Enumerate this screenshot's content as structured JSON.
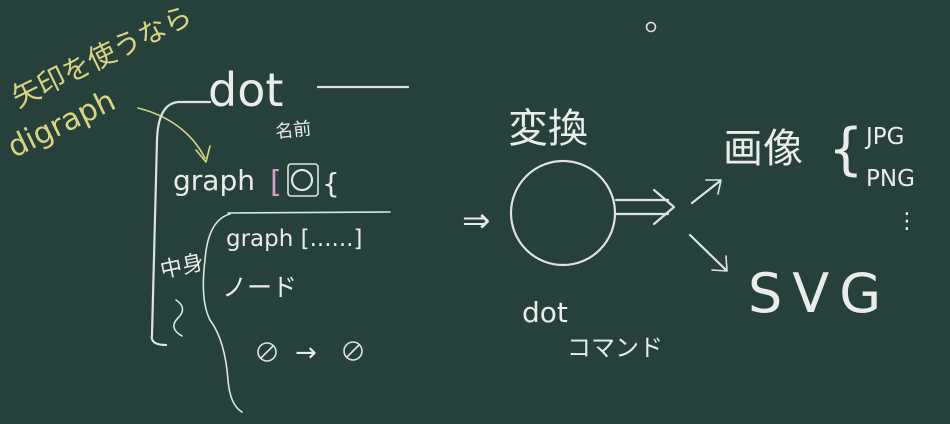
{
  "left_note": {
    "line1": "矢印を使うなら",
    "line2": "digraph"
  },
  "dot_title": "dot",
  "name_label": "名前",
  "graph_line": {
    "keyword": "graph",
    "open_bracket": "[",
    "close_brace": "{"
  },
  "contents_label": "中身",
  "contents": {
    "graph_attr": "graph [......]",
    "node_label": "ノード",
    "edge_arrow": "→"
  },
  "transform_label": "変換",
  "input_arrow": "⇒",
  "command": {
    "name": "dot",
    "label": "コマンド"
  },
  "output_image": {
    "label": "画像",
    "formats": [
      "JPG",
      "PNG",
      "⋮"
    ]
  },
  "output_svg": "SVG",
  "colors": {
    "board": "#26403c",
    "chalk": "#e9ece9",
    "yellow_chalk": "#d9d57f",
    "pink_chalk": "#d79cc6"
  }
}
